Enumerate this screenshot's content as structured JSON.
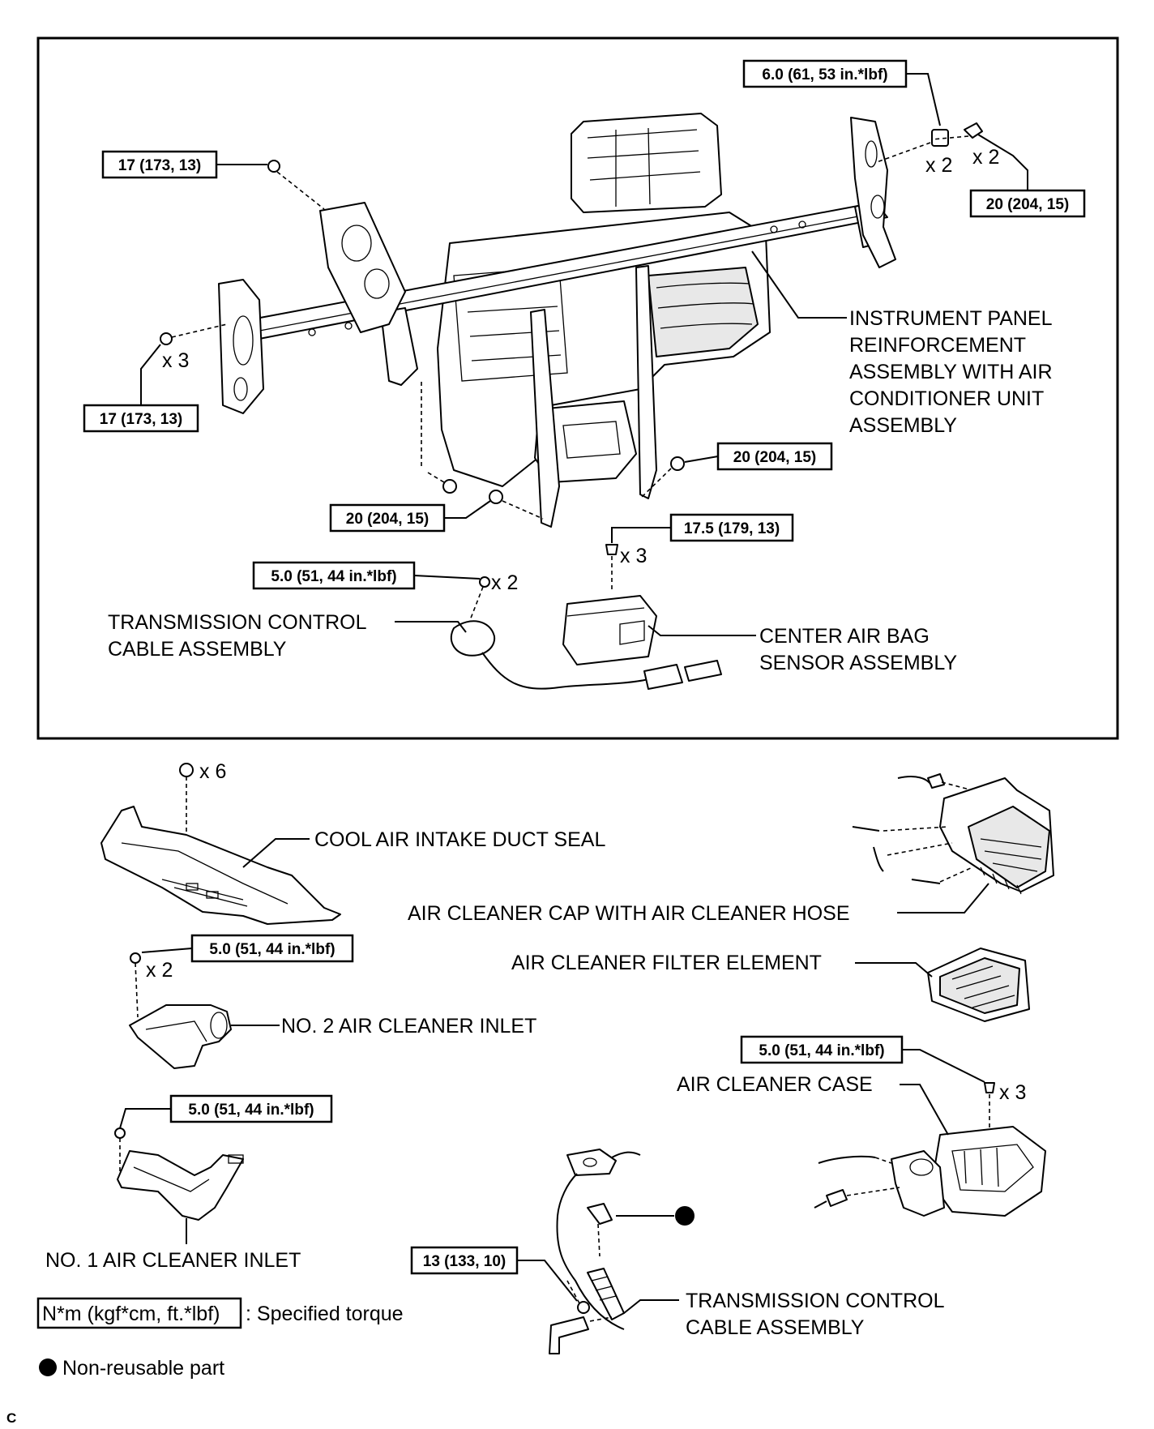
{
  "torque_labels": {
    "t1": "6.0 (61, 53 in.*lbf)",
    "t2": "17 (173, 13)",
    "t3": "20 (204, 15)",
    "t4": "17 (173, 13)",
    "t5": "20 (204, 15)",
    "t6": "20 (204, 15)",
    "t7": "17.5 (179, 13)",
    "t8": "5.0 (51, 44 in.*lbf)",
    "t9": "5.0 (51, 44 in.*lbf)",
    "t10": "5.0 (51, 44 in.*lbf)",
    "t11": "5.0 (51, 44 in.*lbf)",
    "t12": "13 (133, 10)"
  },
  "quantities": {
    "q1": "x 2",
    "q2": "x 2",
    "q3": "x 3",
    "q4": "x 3",
    "q5": "x 2",
    "q6": "x 6",
    "q7": "x 2",
    "q8": "x 3"
  },
  "part_names": {
    "ip_reinforcement": [
      "INSTRUMENT PANEL",
      "REINFORCEMENT",
      "ASSEMBLY WITH AIR",
      "CONDITIONER UNIT",
      "ASSEMBLY"
    ],
    "trans_cable_upper": [
      "TRANSMISSION CONTROL",
      "CABLE ASSEMBLY"
    ],
    "center_airbag": [
      "CENTER AIR BAG",
      "SENSOR ASSEMBLY"
    ],
    "cool_air_seal": "COOL AIR INTAKE DUCT SEAL",
    "air_cleaner_cap": "AIR CLEANER CAP WITH AIR CLEANER HOSE",
    "air_cleaner_filter": "AIR CLEANER FILTER ELEMENT",
    "no2_inlet": "NO. 2 AIR CLEANER INLET",
    "air_cleaner_case": "AIR CLEANER CASE",
    "no1_inlet": "NO. 1 AIR CLEANER INLET",
    "trans_cable_lower": [
      "TRANSMISSION CONTROL",
      "CABLE ASSEMBLY"
    ]
  },
  "legend": {
    "torque_box": "N*m (kgf*cm, ft.*lbf)",
    "torque_desc": ": Specified torque",
    "nonreusable": "Non-reusable part"
  },
  "corner_code": "C"
}
